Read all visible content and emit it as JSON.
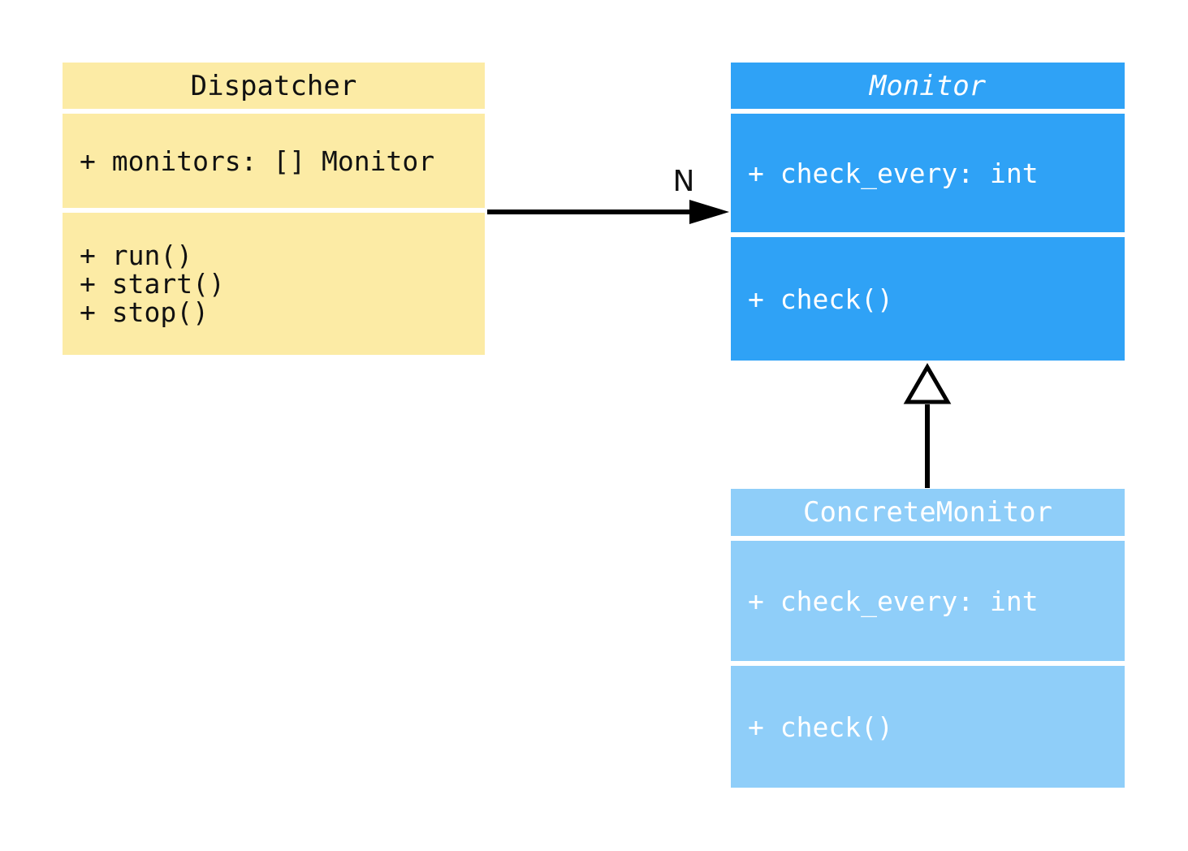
{
  "diagram": {
    "classes": {
      "dispatcher": {
        "name": "Dispatcher",
        "abstract": false,
        "attributes": [
          "+ monitors: [] Monitor"
        ],
        "methods": [
          "+ run()",
          "+ start()",
          "+ stop()"
        ],
        "fill": "#FCEBA5",
        "text_color": "#111111"
      },
      "monitor": {
        "name": "Monitor",
        "abstract": true,
        "attributes": [
          "+ check_every: int"
        ],
        "methods": [
          "+ check()"
        ],
        "fill": "#2FA2F6",
        "text_color": "#FFFFFF"
      },
      "concrete_monitor": {
        "name": "ConcreteMonitor",
        "abstract": false,
        "attributes": [
          "+ check_every: int"
        ],
        "methods": [
          "+ check()"
        ],
        "fill": "#8FCEF9",
        "text_color": "#FFFFFF"
      }
    },
    "relationships": {
      "dispatcher_to_monitor": {
        "type": "association",
        "from": "Dispatcher",
        "to": "Monitor",
        "label": "N"
      },
      "concrete_to_monitor": {
        "type": "inheritance",
        "from": "ConcreteMonitor",
        "to": "Monitor"
      }
    },
    "edge_color": "#000000",
    "background_color": "#FFFFFF"
  }
}
